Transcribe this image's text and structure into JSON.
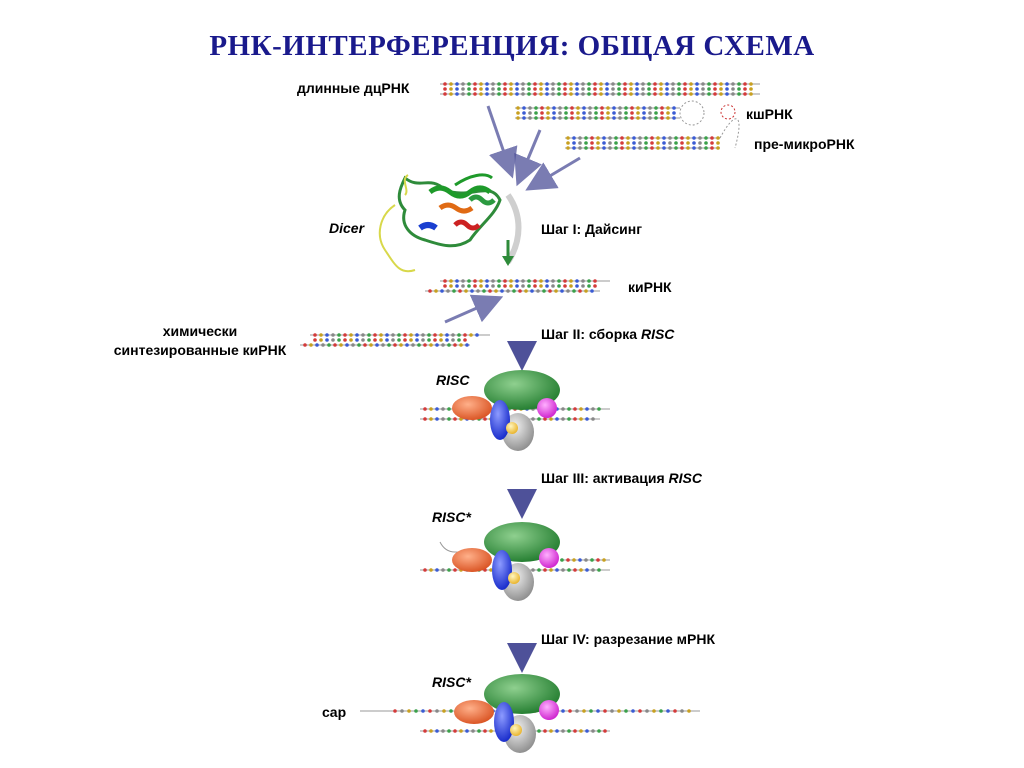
{
  "title": "РНК-ИНТЕРФЕРЕНЦИЯ: ОБЩАЯ СХЕМА",
  "inputs": {
    "long_dsrna": "длинные дцРНК",
    "shrna": "кшРНК",
    "pre_mirna": "пре-микроРНК"
  },
  "dicer": "Dicer",
  "steps": {
    "step1": "Шаг I: Дайсинг",
    "step2_prefix": "Шаг II: сборка ",
    "step3_prefix": "Шаг III: активация ",
    "step4": "Шаг IV: разрезание мРНК",
    "risc_word": "RISC"
  },
  "sirna": "киРНК",
  "synthetic_line1": "химически",
  "synthetic_line2": "синтезированные киРНК",
  "complex_labels": {
    "risc": "RISC",
    "risc_active_1": "RISC*",
    "risc_active_2": "RISC*"
  },
  "cap": "cap",
  "colors": {
    "title": "#1a1a8c",
    "arrow": "#5b5ea6",
    "green_protein": "#2e8b3a",
    "orange_protein": "#e8643c",
    "blue_protein": "#2a3fd6",
    "magenta_protein": "#e040e0",
    "yellow_protein": "#f2c94c",
    "gray_protein": "#a8a8a8"
  }
}
